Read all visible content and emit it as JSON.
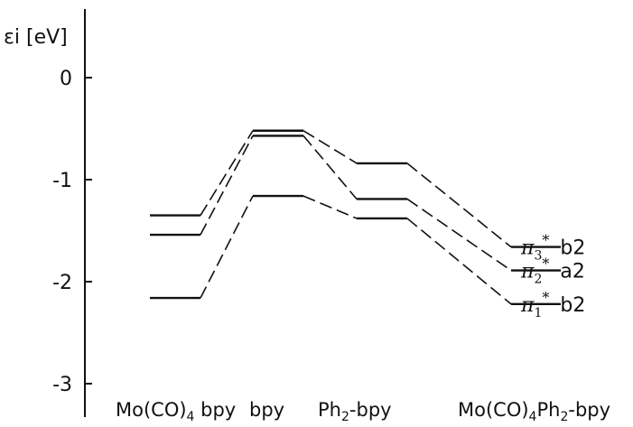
{
  "diagram": {
    "type": "energy-level-diagram",
    "axis": {
      "title": "εi [eV]",
      "range": [
        -3.4,
        0.7
      ],
      "ticks": [
        0,
        -1,
        -2,
        -3
      ],
      "tick_labels": [
        "0",
        "-1",
        "-2",
        "-3"
      ]
    },
    "columns": [
      {
        "label": "Mo(CO)",
        "sub": "4",
        "after": " bpy"
      },
      {
        "label": "bpy",
        "sub": "",
        "after": ""
      },
      {
        "label": "Ph",
        "sub": "2",
        "after": "-bpy"
      },
      {
        "label": "Mo(CO)",
        "sub": "4",
        "after": "Ph",
        "sub2": "2",
        "after2": "-bpy"
      }
    ],
    "orbitals": [
      {
        "greek": "π",
        "index": "3",
        "star": "*",
        "sym": "b",
        "symsub": "2",
        "energies": [
          -1.35,
          -0.52,
          -0.84,
          -1.66
        ]
      },
      {
        "greek": "π",
        "index": "2",
        "star": "*",
        "sym": "a",
        "symsub": "2",
        "energies": [
          -1.54,
          -0.57,
          -1.19,
          -1.89
        ]
      },
      {
        "greek": "π",
        "index": "1",
        "star": "*",
        "sym": "b",
        "symsub": "2",
        "energies": [
          -2.16,
          -1.16,
          -1.38,
          -2.22
        ]
      }
    ],
    "colors": {
      "ink": "#111111"
    }
  }
}
